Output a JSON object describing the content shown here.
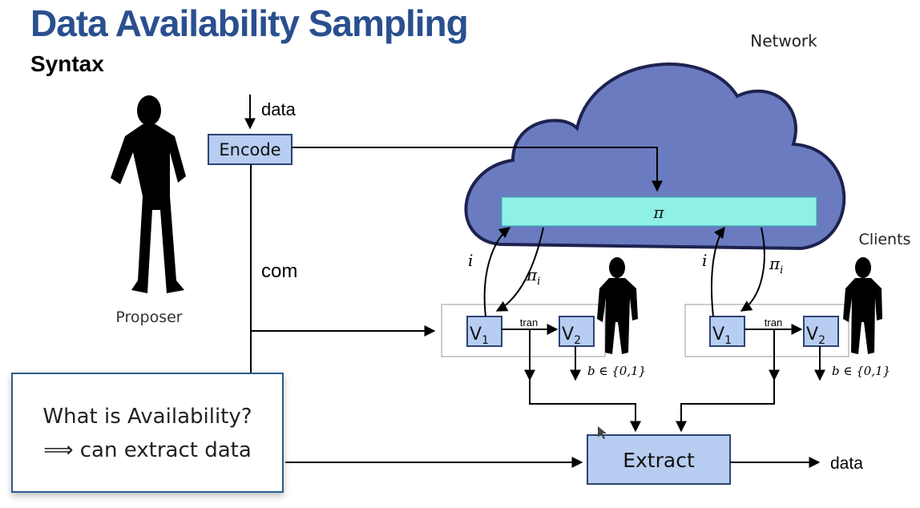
{
  "title": "Data Availability Sampling",
  "subtitle": "Syntax",
  "labels": {
    "network": "Network",
    "clients": "Clients",
    "proposer": "Proposer",
    "data_in": "data",
    "data_out": "data",
    "com": "com",
    "encode": "Encode",
    "pi": "π",
    "extract": "Extract"
  },
  "clients": [
    {
      "i_label": "i",
      "pi_label": "π",
      "pi_sub": "i",
      "v1": "V",
      "v1_sub": "1",
      "v2": "V",
      "v2_sub": "2",
      "tran": "tran",
      "b_label": "b ∈ {0,1}"
    },
    {
      "i_label": "i",
      "pi_label": "π",
      "pi_sub": "i",
      "v1": "V",
      "v1_sub": "1",
      "v2": "V",
      "v2_sub": "2",
      "tran": "tran",
      "b_label": "b ∈ {0,1}"
    }
  ],
  "callout": {
    "line1": "What is Availability?",
    "arrow": "⟹",
    "line2": "can extract data"
  },
  "colors": {
    "title": "#2a4f8f",
    "cloud_fill": "#6a7bbf",
    "cloud_stroke": "#1d2250",
    "pi_bar": "#8ef0e6",
    "box_fill": "#b7cdf1",
    "box_stroke": "#2d4373"
  }
}
